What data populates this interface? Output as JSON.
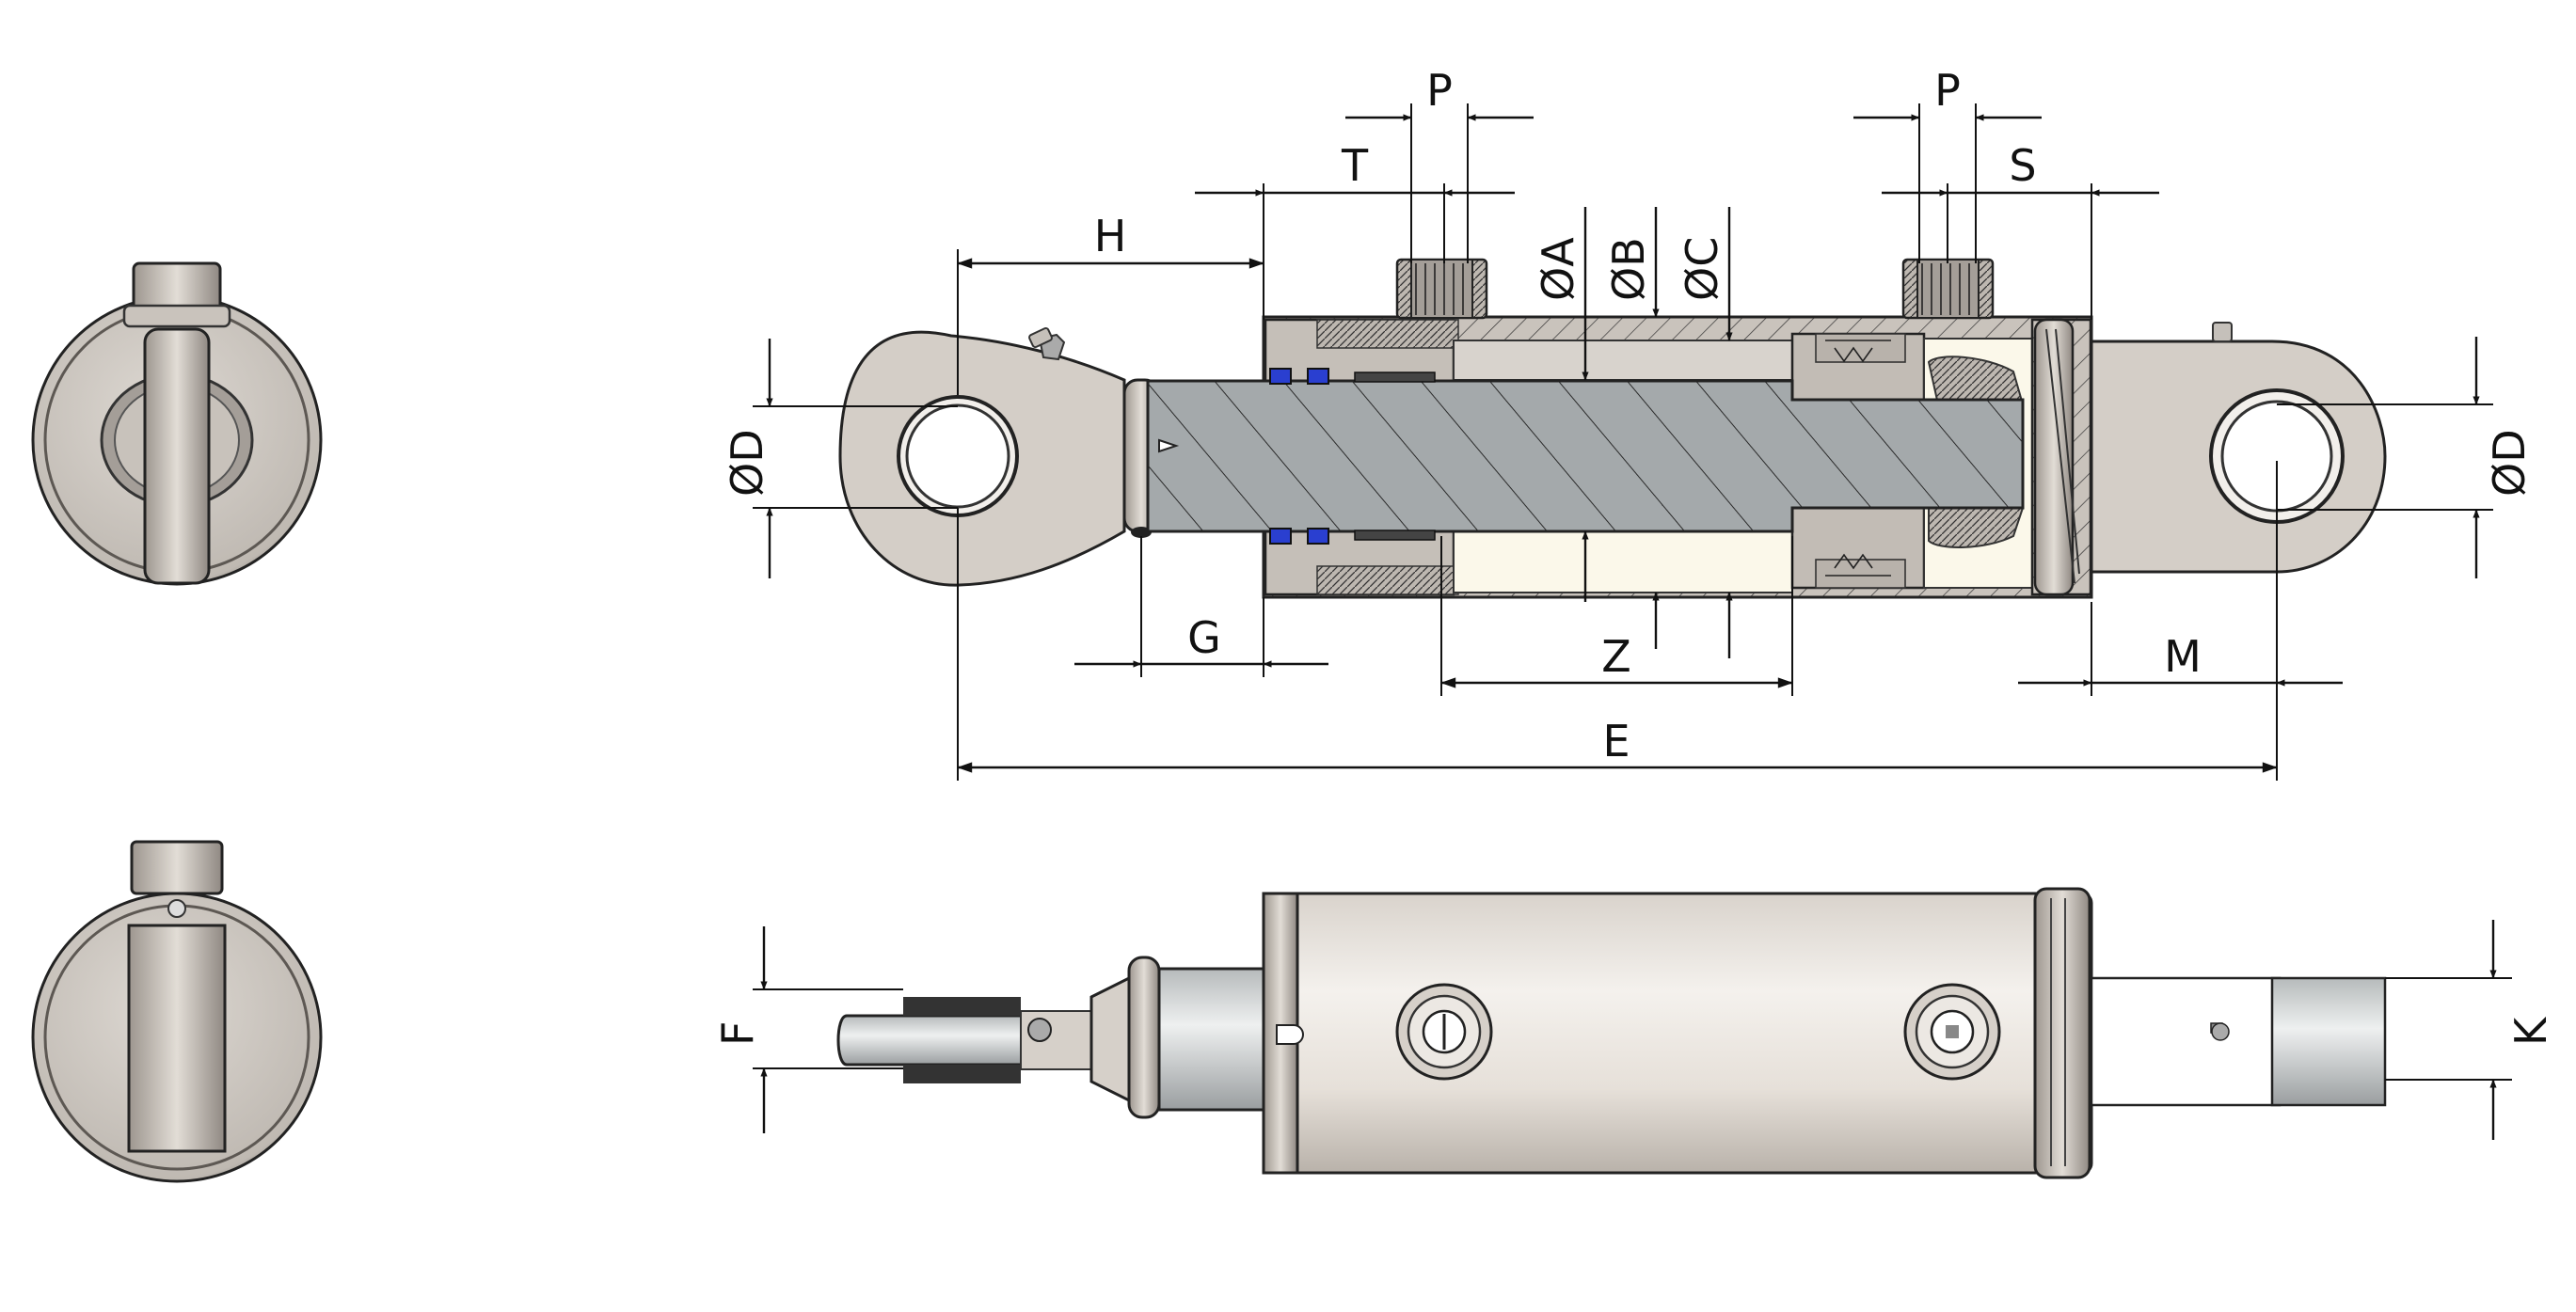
{
  "labels": {
    "p_left": "P",
    "p_right": "P",
    "t": "T",
    "s": "S",
    "h": "H",
    "dia_a": "ØA",
    "dia_b": "ØB",
    "dia_c": "ØC",
    "dia_d_left": "ØD",
    "dia_d_right": "ØD",
    "g": "G",
    "z": "Z",
    "m": "M",
    "e": "E",
    "f": "F",
    "k": "K"
  },
  "colors": {
    "steel_light": "#e9e4de",
    "steel_mid": "#c7c0b8",
    "steel_dark": "#8d8781",
    "rod_section": "#a4a9ab",
    "seal_blue": "#2a3fd0",
    "cavity_cream": "#fbf8ea",
    "line": "#111111"
  }
}
